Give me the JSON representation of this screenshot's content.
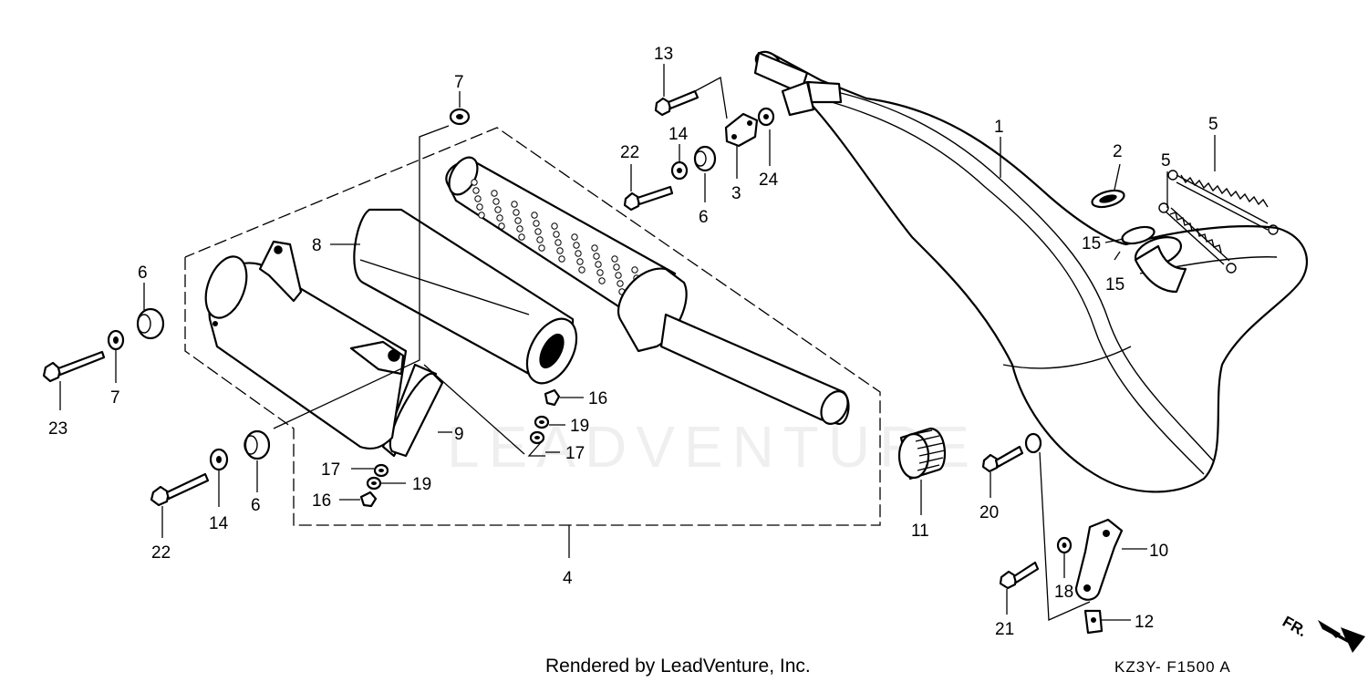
{
  "diagram": {
    "callouts": {
      "c1": "1",
      "c2": "2",
      "c3": "3",
      "c4": "4",
      "c5a": "5",
      "c5b": "5",
      "c6a": "6",
      "c6b": "6",
      "c6c": "6",
      "c7a": "7",
      "c7b": "7",
      "c8": "8",
      "c9": "9",
      "c10": "10",
      "c11": "11",
      "c12": "12",
      "c13": "13",
      "c14a": "14",
      "c14b": "14",
      "c15a": "15",
      "c15b": "15",
      "c16a": "16",
      "c16b": "16",
      "c17a": "17",
      "c17b": "17",
      "c18": "18",
      "c19a": "19",
      "c19b": "19",
      "c20": "20",
      "c21": "21",
      "c22a": "22",
      "c22b": "22",
      "c23": "23",
      "c24": "24"
    },
    "watermark": "LEADVENTURE",
    "direction_label": "FR.",
    "footer": "Rendered by LeadVenture, Inc.",
    "figure_code": "KZ3Y- F1500 A"
  }
}
